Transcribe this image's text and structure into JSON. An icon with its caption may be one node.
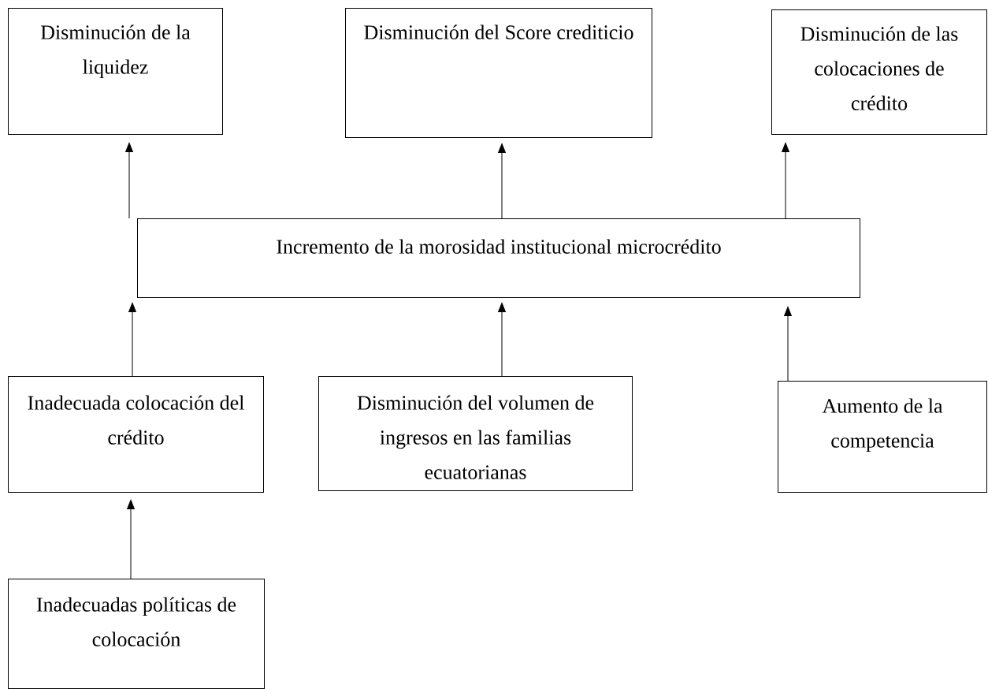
{
  "diagram": {
    "nodes": [
      {
        "text": [
          "Disminución de la liquidez"
        ]
      },
      {
        "text": [
          "Disminución del Score crediticio"
        ]
      },
      {
        "text": [
          "Disminución de las colocaciones de crédito"
        ]
      },
      {
        "text": [
          "Incremento de la morosidad institucional microcrédito"
        ]
      },
      {
        "text": [
          "Inadecuada colocación del crédito"
        ]
      },
      {
        "text": [
          "Disminución del volumen de ingresos en las familias ecuatorianas"
        ]
      },
      {
        "text": [
          "Aumento de la competencia"
        ]
      },
      {
        "text": [
          "Inadecuadas políticas de colocación"
        ]
      }
    ],
    "edges": [
      {
        "from": 3,
        "to": 0,
        "arrow": "to"
      },
      {
        "from": 3,
        "to": 1,
        "arrow": "to"
      },
      {
        "from": 3,
        "to": 2,
        "arrow": "to"
      },
      {
        "from": 4,
        "to": 3,
        "arrow": "to"
      },
      {
        "from": 5,
        "to": 3,
        "arrow": "to"
      },
      {
        "from": 6,
        "to": 3,
        "arrow": "to"
      },
      {
        "from": 7,
        "to": 4,
        "arrow": "to"
      }
    ]
  }
}
